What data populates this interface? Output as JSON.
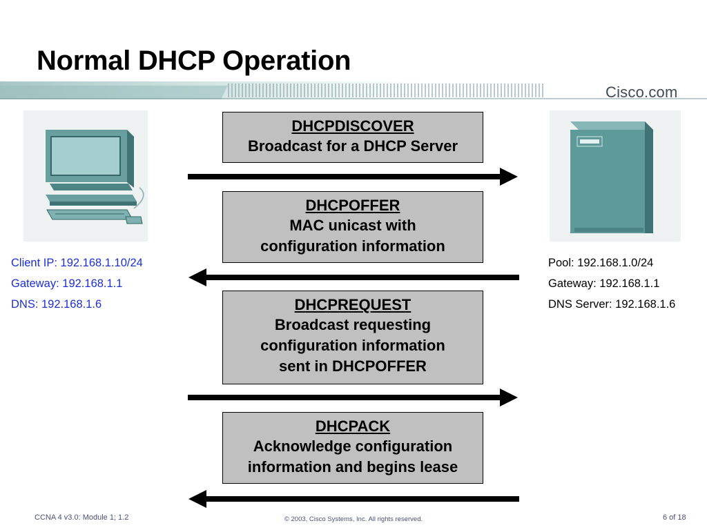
{
  "slide": {
    "title": "Normal DHCP Operation",
    "brand": "Cisco.com"
  },
  "messages": [
    {
      "name": "DHCPDISCOVER",
      "lines": [
        "Broadcast for a DHCP Server"
      ],
      "direction": "right"
    },
    {
      "name": "DHCPOFFER",
      "lines": [
        "MAC unicast with",
        "configuration information"
      ],
      "direction": "left"
    },
    {
      "name": "DHCPREQUEST",
      "lines": [
        "Broadcast requesting",
        "configuration information",
        "sent in DHCPOFFER"
      ],
      "direction": "right"
    },
    {
      "name": "DHCPACK",
      "lines": [
        "Acknowledge configuration",
        "information and begins lease"
      ],
      "direction": "left"
    }
  ],
  "client_config": [
    "Client IP: 192.168.1.10/24",
    "Gateway: 192.168.1.1",
    "DNS: 192.168.1.6"
  ],
  "server_config": [
    "Pool: 192.168.1.0/24",
    "Gateway: 192.168.1.1",
    "DNS Server: 192.168.1.6"
  ],
  "footer": {
    "left": "CCNA 4 v3.0: Module 1; 1.2",
    "center": "© 2003, Cisco Systems, Inc. All rights reserved.",
    "right": "6 of 18"
  },
  "colors": {
    "client_text": "#1b2fd6",
    "box_fill": "#c0c0c0",
    "device_teal": "#5f9a9a"
  }
}
